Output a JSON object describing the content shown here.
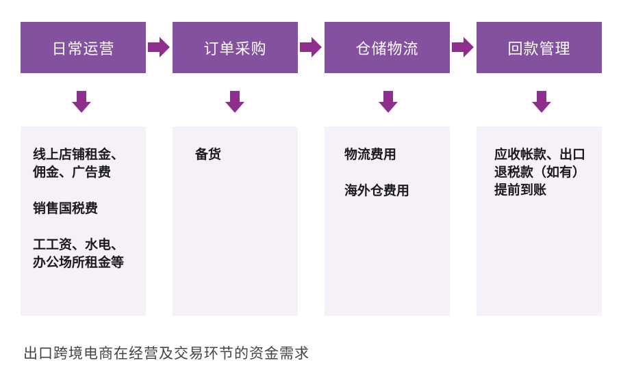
{
  "colors": {
    "header_fill": "#83519e",
    "arrow_fill": "#8e2f8e",
    "box_fill": "#f6f0f8"
  },
  "stages": [
    {
      "title": "日常运营",
      "items": [
        "线上店铺租金、佣金、广告费",
        "销售国税费",
        "工工资、水电、办公场所租金等"
      ]
    },
    {
      "title": "订单采购",
      "items": [
        "备货"
      ]
    },
    {
      "title": "仓储物流",
      "items": [
        "物流费用",
        "海外仓费用"
      ]
    },
    {
      "title": "回款管理",
      "items": [
        "应收帐款、出口退税款（如有）提前到账"
      ]
    }
  ],
  "caption": "出口跨境电商在经营及交易环节的资金需求"
}
